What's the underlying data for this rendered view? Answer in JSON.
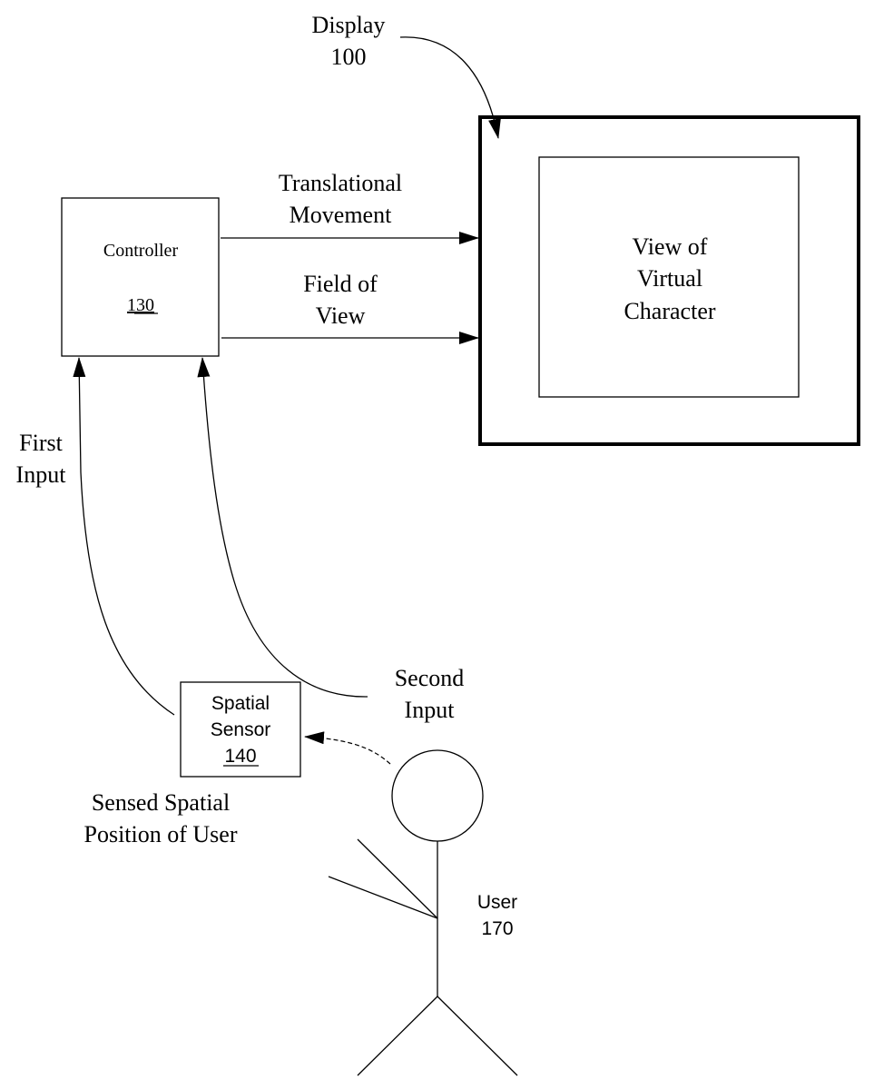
{
  "diagram": {
    "display": {
      "label": "Display",
      "ref": "100",
      "inner_lines": [
        "View of",
        "Virtual",
        "Character"
      ]
    },
    "controller": {
      "label": "Controller",
      "ref": "130"
    },
    "spatial_sensor": {
      "lines": [
        "Spatial",
        "Sensor"
      ],
      "ref": "140"
    },
    "user": {
      "label": "User",
      "ref": "170"
    },
    "edges": {
      "translational": [
        "Translational",
        "Movement"
      ],
      "field_of_view": [
        "Field of",
        "View"
      ],
      "first_input": [
        "First",
        "Input"
      ],
      "second_input": [
        "Second",
        "Input"
      ],
      "sensed_position": [
        "Sensed Spatial",
        "Position of User"
      ]
    },
    "colors": {
      "stroke": "#000000",
      "background": "#ffffff"
    }
  }
}
